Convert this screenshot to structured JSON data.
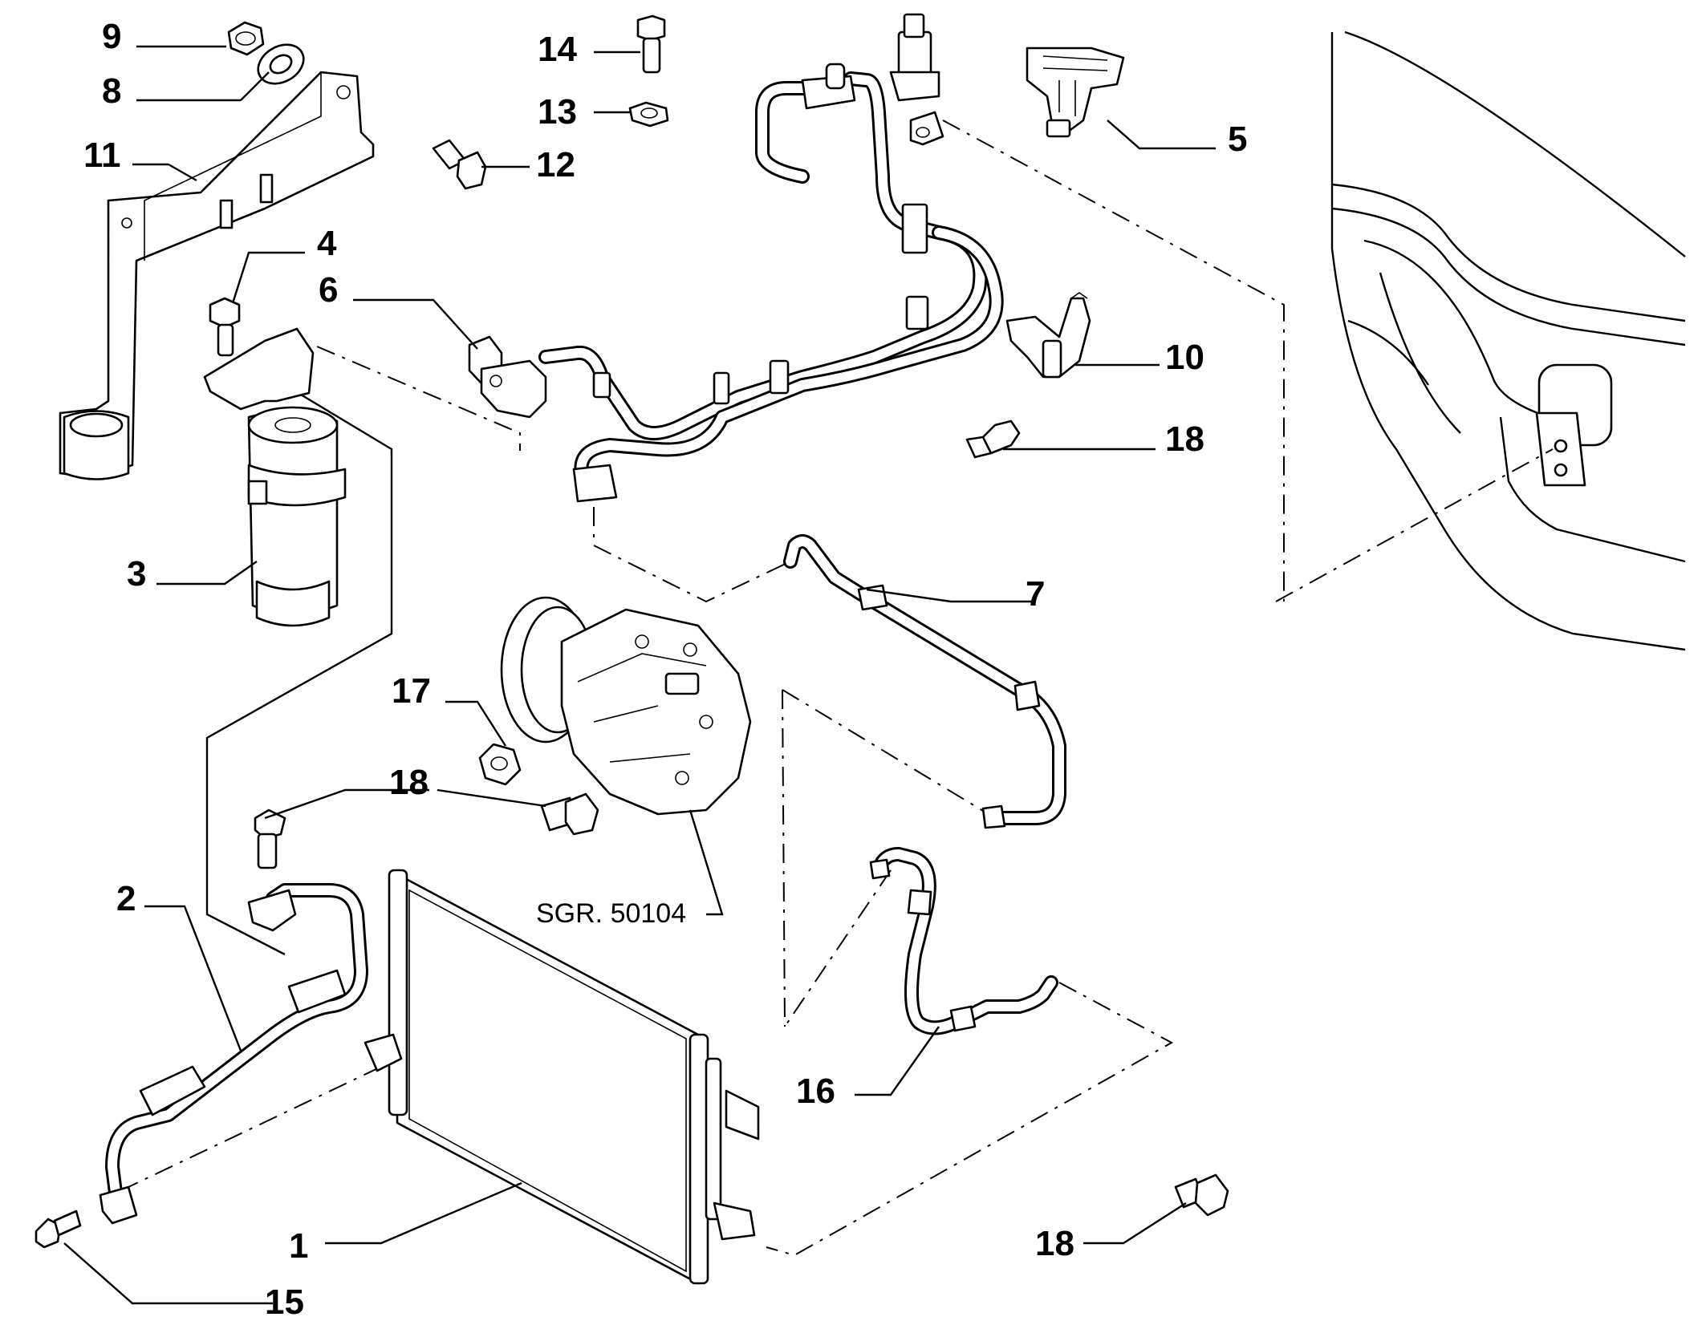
{
  "diagram": {
    "labels": {
      "l1": "1",
      "l2": "2",
      "l3": "3",
      "l4": "4",
      "l5": "5",
      "l6": "6",
      "l7": "7",
      "l8": "8",
      "l9": "9",
      "l10": "10",
      "l11": "11",
      "l12": "12",
      "l13": "13",
      "l14": "14",
      "l15": "15",
      "l16": "16",
      "l17": "17",
      "l18a": "18",
      "l18b": "18",
      "l18c": "18"
    },
    "reference": "SGR. 50104"
  }
}
